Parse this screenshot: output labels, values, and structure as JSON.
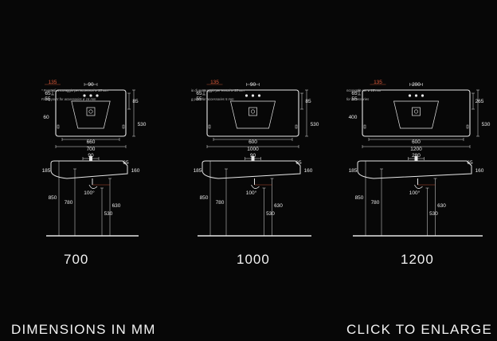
{
  "panels": [
    {
      "id": "700",
      "label": "700",
      "note_it": "* Punto di ancoraggio per accessori ø 16 mm",
      "note_en": "Fixing point for accessories ø 16 mm",
      "top_dims": {
        "hole_spacing": "90",
        "overflow": "135",
        "depth_left_a": "65",
        "depth_left_b": "55",
        "depth_left_c": "60",
        "depth_right": "85",
        "height_total": "530",
        "inner_width": "660",
        "outer_width": "700"
      },
      "side_dims": {
        "width": "90",
        "rim": "65",
        "left_h": "185",
        "right_h": "160",
        "h850": "850",
        "h780": "780",
        "h630": "630",
        "h530": "530",
        "angle": "100°"
      }
    },
    {
      "id": "1000",
      "label": "1000",
      "note_it": "io di ancoraggio per essori ø 16 mm",
      "note_en": "g point for accessories 5 mm",
      "top_dims": {
        "hole_spacing": "90",
        "overflow": "135",
        "depth_left_a": "65",
        "depth_left_b": "55",
        "depth_right": "85",
        "height_total": "530",
        "inner_width": "600",
        "outer_width": "1000"
      },
      "side_dims": {
        "width": "90",
        "rim": "65",
        "left_h": "185",
        "right_h": "160",
        "h850": "850",
        "h780": "780",
        "h630": "630",
        "h530": "530",
        "angle": "100°"
      }
    },
    {
      "id": "1200",
      "label": "1200",
      "note_it": "ncoraggio per ø 16 mm",
      "note_en": "for accessories",
      "top_dims": {
        "hole_spacing": "200",
        "overflow": "135",
        "depth_left_a": "65",
        "depth_left_b": "55",
        "depth_left_c": "400",
        "depth_right": "265",
        "height_total": "530",
        "inner_width": "600",
        "outer_width": "1200"
      },
      "side_dims": {
        "width": "280",
        "rim": "65",
        "left_h": "185",
        "right_h": "160",
        "h850": "850",
        "h780": "780",
        "h630": "630",
        "h530": "530",
        "angle": "100°"
      }
    }
  ],
  "footer": {
    "left": "DIMENSIONS IN MM",
    "right": "CLICK TO ENLARGE"
  },
  "colors": {
    "background": "#070707",
    "line": "#e6e6e6",
    "accent": "#e05a3a"
  }
}
